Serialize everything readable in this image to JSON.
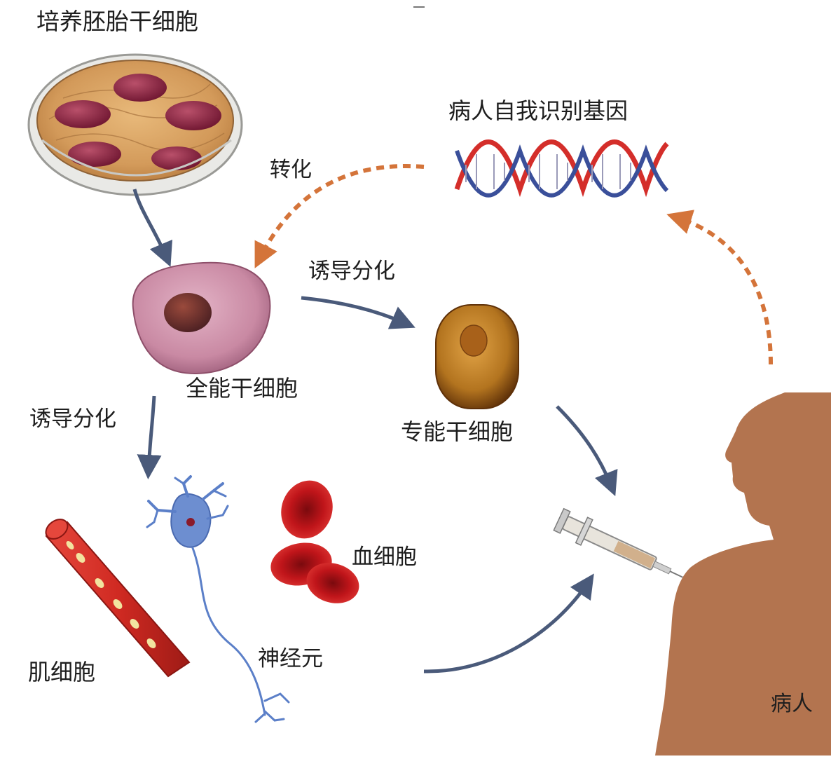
{
  "labels": {
    "title": "培养胚胎干细胞",
    "gene": "病人自我识别基因",
    "transform": "转化",
    "induce_1": "诱导分化",
    "totipotent": "全能干细胞",
    "induce_2": "诱导分化",
    "pluripotent": "专能干细胞",
    "blood_cell": "血细胞",
    "neuron": "神经元",
    "muscle_cell": "肌细胞",
    "patient": "病人"
  },
  "colors": {
    "solid_arrow": "#4a5a7a",
    "dashed_arrow": "#d4743a",
    "dna_red": "#d42e2a",
    "dna_blue": "#3a4f9a",
    "petri_culture": "#d39a5a",
    "cell_colony": "#8a2238",
    "totipotent_cell": "#c989a3",
    "pluripotent_cell": "#b3741f",
    "blood_cell": "#c0151a",
    "neuron": "#5b7fc8",
    "muscle": "#d02a22",
    "patient_silhouette": "#b3744f"
  },
  "icons": [
    "petri-dish-icon",
    "dna-helix-icon",
    "totipotent-cell-icon",
    "pluripotent-cell-icon",
    "neuron-icon",
    "red-blood-cell-icon",
    "muscle-fiber-icon",
    "syringe-icon",
    "patient-silhouette-icon"
  ]
}
